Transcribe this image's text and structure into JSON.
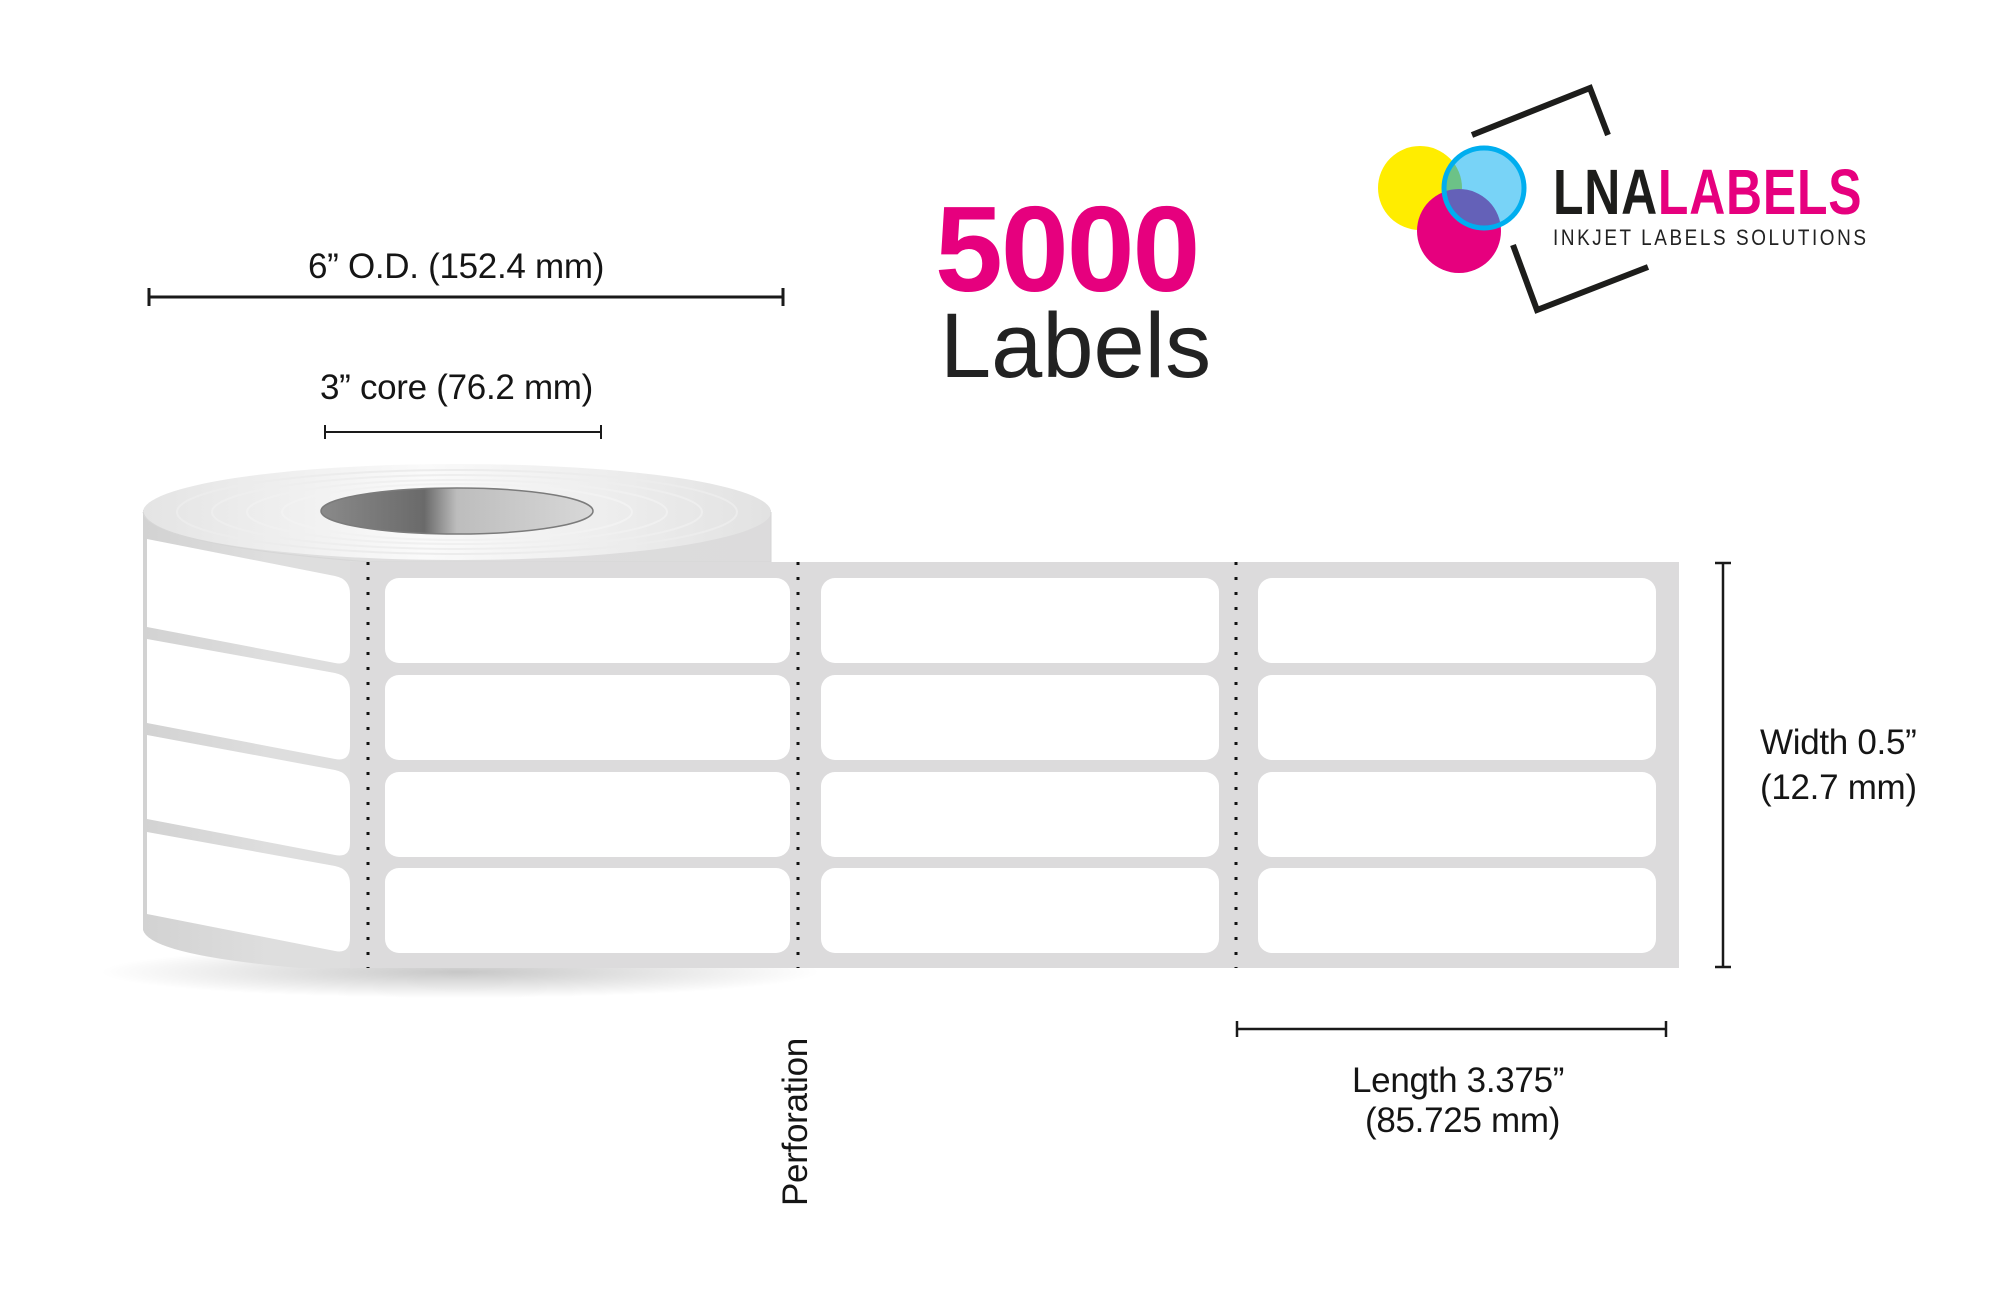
{
  "headline": {
    "count": "5000",
    "word": "Labels"
  },
  "logo": {
    "name_part1": "LNA",
    "name_part2": "LABELS",
    "tagline": "INKJET LABELS  SOLUTIONS",
    "icon": "cmy-circles-bracket-logo-icon"
  },
  "dimensions": {
    "outer_diameter": "6” O.D. (152.4 mm)",
    "core": "3” core (76.2 mm)",
    "width_line1": "Width 0.5”",
    "width_line2": "(12.7 mm)",
    "length_line1": "Length 3.375”",
    "length_line2": "(85.725 mm)",
    "perforation": "Perforation"
  },
  "colors": {
    "magenta": "#e6007e",
    "yellow": "#ffed00",
    "cyan": "#6dcff6",
    "cyan_ring": "#00aeef",
    "liner": "#dcdbdc",
    "text": "#151515"
  },
  "label_sheet": {
    "columns_unrolled": 3,
    "rows": 4,
    "rows_on_roll_face": 4
  }
}
